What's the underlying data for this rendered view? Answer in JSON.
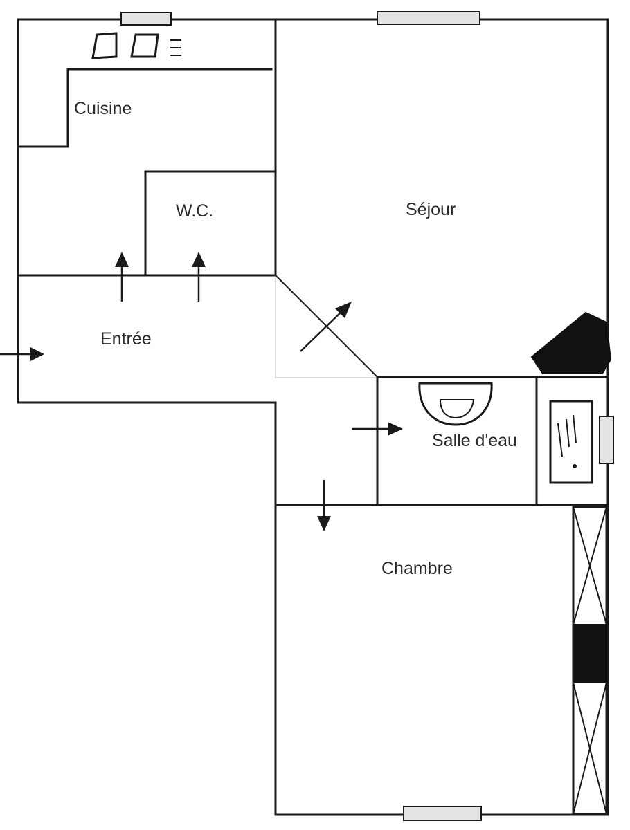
{
  "rooms": {
    "cuisine": "Cuisine",
    "wc": "W.C.",
    "sejour": "Séjour",
    "entree": "Entrée",
    "salle_deau": "Salle d'eau",
    "chambre": "Chambre"
  }
}
